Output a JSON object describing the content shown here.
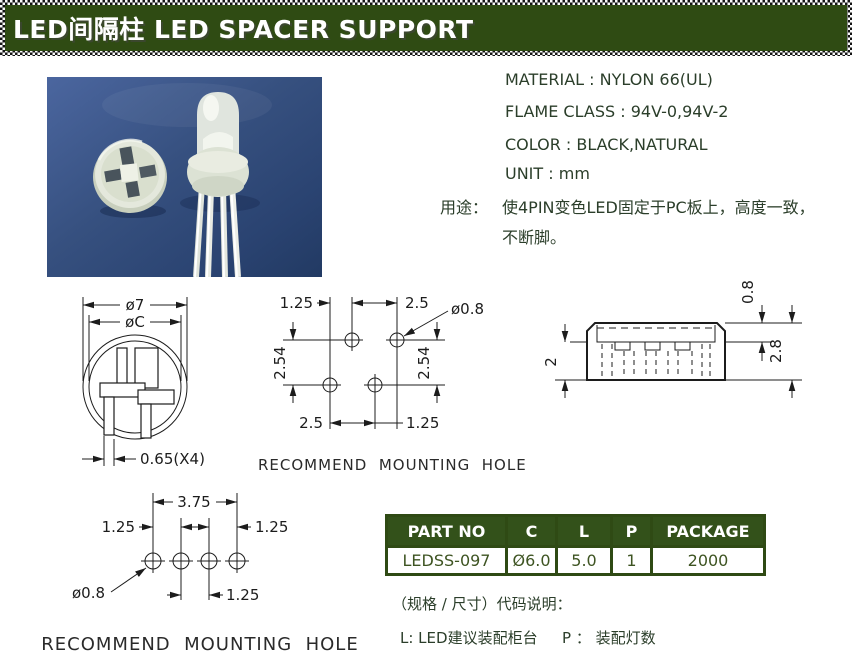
{
  "header": {
    "title": "LED间隔柱 LED SPACER SUPPORT",
    "accent_green": "#2f4b13"
  },
  "specs": {
    "material": "MATERIAL : NYLON 66(UL)",
    "flame_class": "FLAME CLASS : 94V-0,94V-2",
    "color": "COLOR : BLACK,NATURAL",
    "unit": "UNIT : mm"
  },
  "usage": {
    "label": "用途：",
    "line1": "使4PIN变色LED固定于PC板上，高度一致，",
    "line2": "不断脚。"
  },
  "drawings": {
    "top_view": {
      "outer_dia": "ø7",
      "inner_dia": "øC",
      "slot_width": "0.65(X4)"
    },
    "hole_pattern": {
      "top_left": "1.25",
      "top_right": "2.5",
      "hole_dia": "ø0.8",
      "side_left": "2.54",
      "side_right": "2.54",
      "bottom_left": "2.5",
      "bottom_right": "1.25",
      "caption": "RECOMMEND  MOUNTING  HOLE"
    },
    "side_view": {
      "height_lower": "2",
      "recess_depth": "0.8",
      "total_height": "2.8"
    },
    "row_pattern": {
      "span": "3.75",
      "pitch_left": "1.25",
      "pitch_right": "1.25",
      "hole_dia": "ø0.8",
      "pitch_bottom": "1.25",
      "caption": "RECOMMEND  MOUNTING  HOLE"
    }
  },
  "table": {
    "headers": [
      "PART NO",
      "C",
      "L",
      "P",
      "PACKAGE"
    ],
    "rows": [
      [
        "LEDSS-097",
        "Ø6.0",
        "5.0",
        "1",
        "2000"
      ]
    ]
  },
  "notes": {
    "title": "（规格 / 尺寸）代码说明：",
    "l_note": "L: LED建议装配柜台",
    "p_note": "P ： 装配灯数"
  }
}
